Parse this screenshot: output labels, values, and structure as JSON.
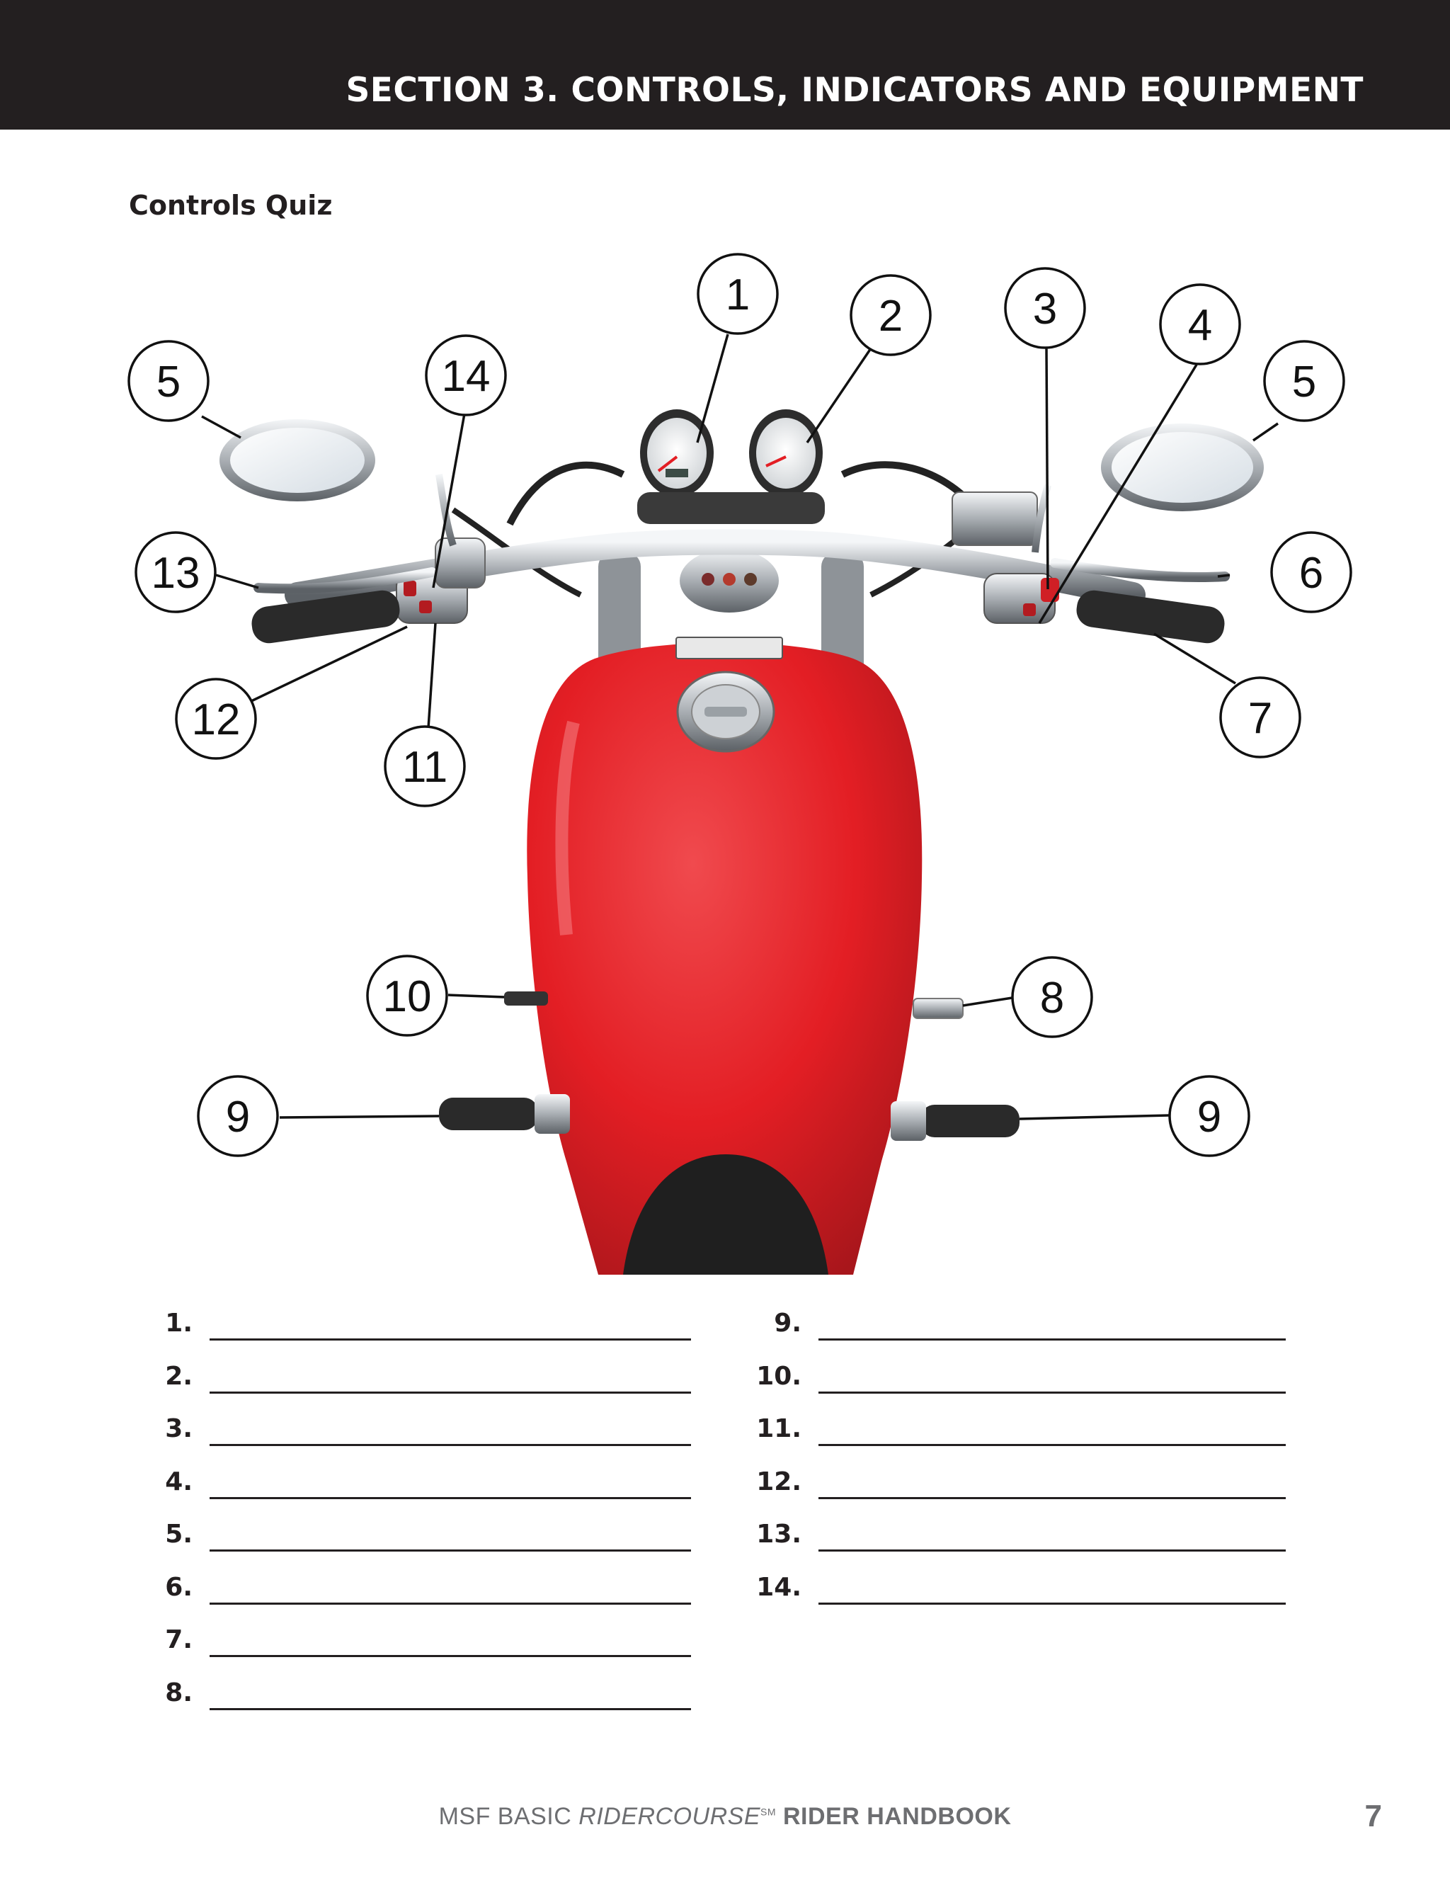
{
  "header": {
    "title": "SECTION 3. CONTROLS, INDICATORS AND EQUIPMENT"
  },
  "quiz": {
    "title": "Controls Quiz"
  },
  "callouts": [
    "1",
    "2",
    "3",
    "4",
    "5",
    "5",
    "6",
    "7",
    "8",
    "9",
    "9",
    "10",
    "11",
    "12",
    "13",
    "14"
  ],
  "answers": {
    "left": [
      "1.",
      "2.",
      "3.",
      "4.",
      "5.",
      "6.",
      "7.",
      "8."
    ],
    "right": [
      "9.",
      "10.",
      "11.",
      "12.",
      "13.",
      "14."
    ]
  },
  "footer": {
    "prefix": "MSF BASIC ",
    "brand": "RIDERCOURSE",
    "tm": "SM",
    "suffix": " RIDER HANDBOOK",
    "page_number": "7"
  },
  "colors": {
    "header_bg": "#231f20",
    "tank_red": "#e31e24",
    "chrome": "#c9cdd1",
    "grip": "#2a2a2a",
    "footer_gray": "#6d6e71"
  }
}
